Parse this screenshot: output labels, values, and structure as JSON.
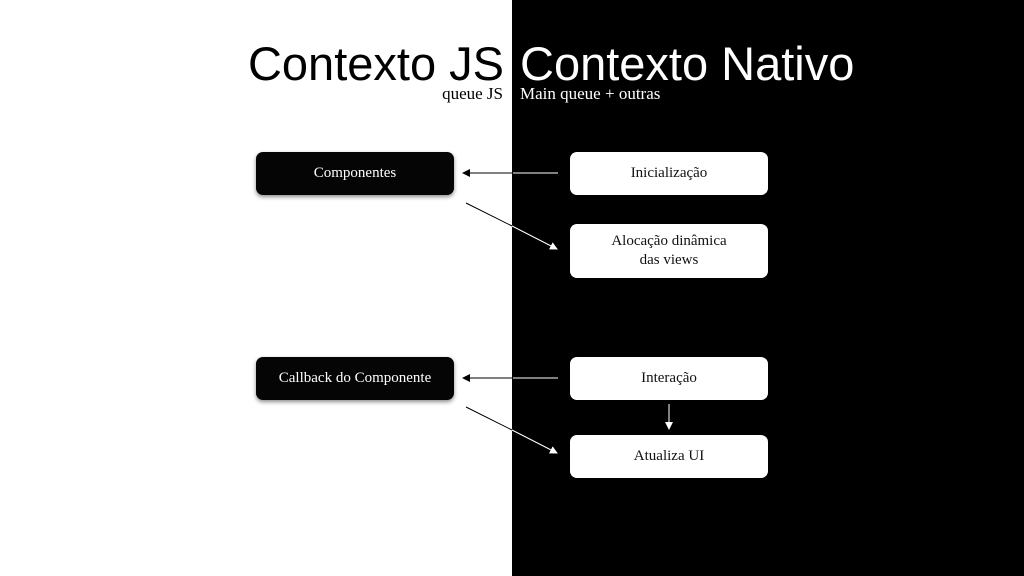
{
  "header": {
    "js_title": "Contexto JS",
    "native_title": "Contexto Nativo",
    "js_queue": "queue JS",
    "native_queue": "Main queue + outras"
  },
  "js_nodes": {
    "componentes": "Componentes",
    "callback": "Callback do Componente"
  },
  "native_nodes": {
    "inicializacao": "Inicialização",
    "alocacao_line1": "Alocação dinâmica",
    "alocacao_line2": "das views",
    "interacao": "Interação",
    "atualiza": "Atualiza UI"
  },
  "colors": {
    "js_background": "#ffffff",
    "native_background": "#000000"
  }
}
